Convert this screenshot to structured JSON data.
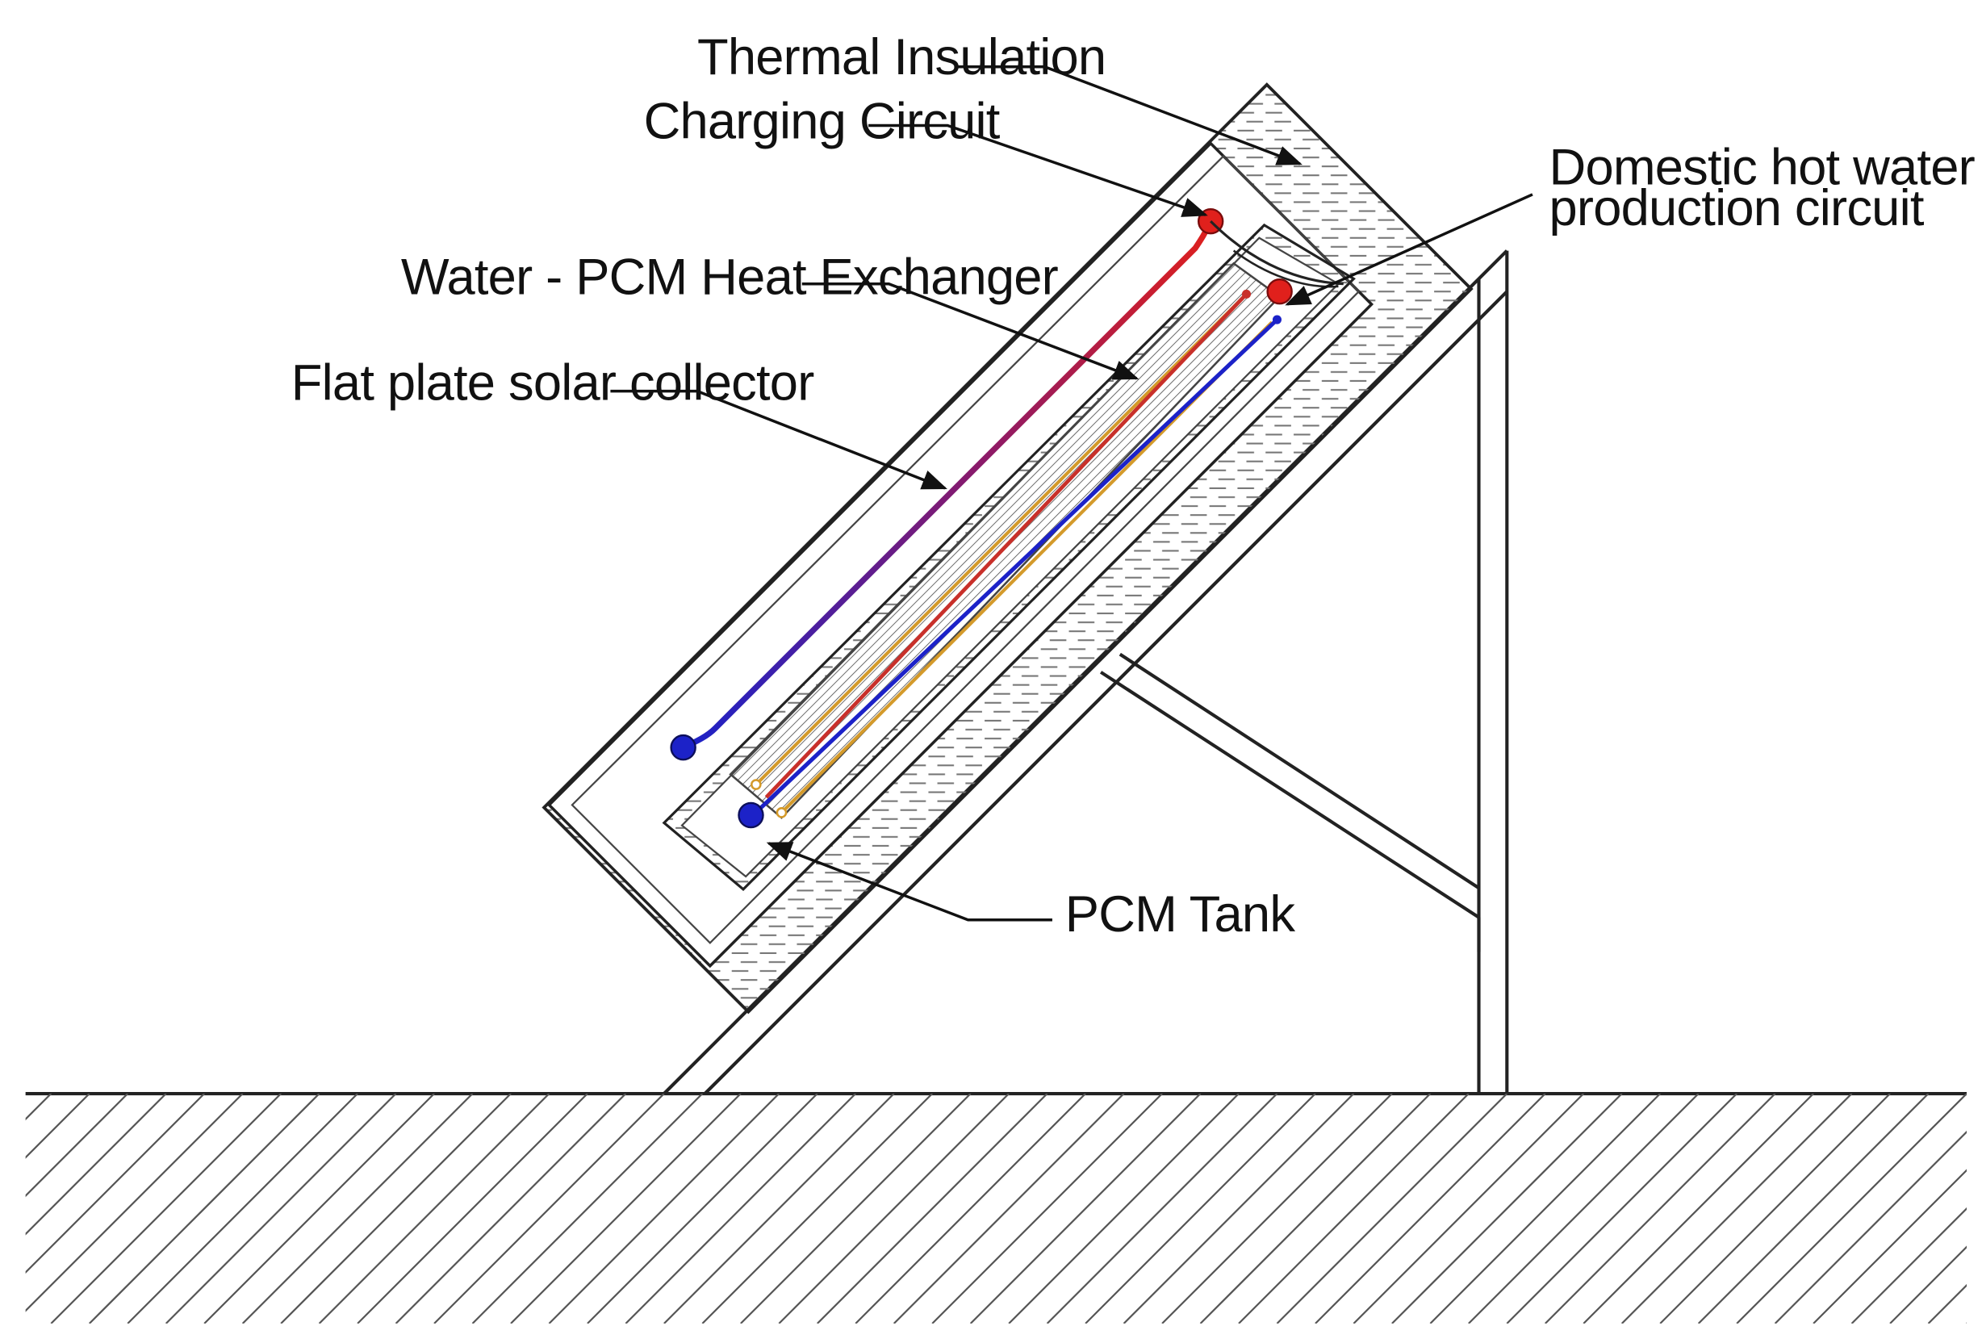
{
  "labels": {
    "thermal_insulation": "Thermal Insulation",
    "charging_circuit": "Charging Circuit",
    "water_pcm_hx": "Water - PCM Heat Exchanger",
    "flat_plate_collector": "Flat plate solar collector",
    "dhw_line1": "Domestic hot water",
    "dhw_line2": "production circuit",
    "pcm_tank": "PCM Tank"
  },
  "colors": {
    "hot": "#e0201c",
    "cold": "#1c22c8",
    "copper": "#d49a2a",
    "line": "#222222",
    "hatch": "#555555"
  }
}
